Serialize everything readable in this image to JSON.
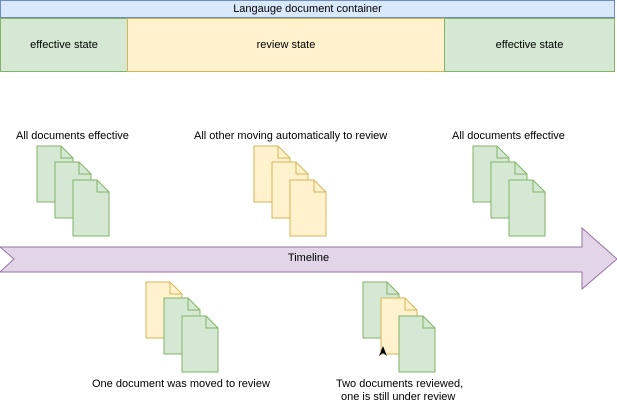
{
  "container": {
    "title": "Langauge document container"
  },
  "states": [
    {
      "label": "effective state",
      "kind": "effective"
    },
    {
      "label": "review state",
      "kind": "review"
    },
    {
      "label": "effective state",
      "kind": "effective"
    }
  ],
  "timeline": {
    "label": "Timeline"
  },
  "captions": {
    "top_left": "All documents effective",
    "top_center": "All other moving automatically to review",
    "top_right": "All documents effective",
    "bottom_left": "One document was moved to review",
    "bottom_right_line1": "Two documents reviewed,",
    "bottom_right_line2": "one is still under review"
  },
  "colors": {
    "effective_fill": "#d5e8d4",
    "effective_stroke": "#82b366",
    "review_fill": "#fff2cc",
    "review_stroke": "#d6b656",
    "container_fill": "#dae8fc",
    "container_stroke": "#6c8ebf",
    "timeline_fill": "#e1d5e7",
    "timeline_stroke": "#9673a6"
  },
  "document_groups": [
    {
      "name": "group-top-left",
      "docs": [
        "effective",
        "effective",
        "effective"
      ]
    },
    {
      "name": "group-top-center",
      "docs": [
        "review",
        "review",
        "review"
      ]
    },
    {
      "name": "group-top-right",
      "docs": [
        "effective",
        "effective",
        "effective"
      ]
    },
    {
      "name": "group-bottom-left",
      "docs": [
        "review",
        "effective",
        "effective"
      ]
    },
    {
      "name": "group-bottom-right",
      "docs": [
        "effective",
        "review",
        "effective"
      ]
    }
  ]
}
